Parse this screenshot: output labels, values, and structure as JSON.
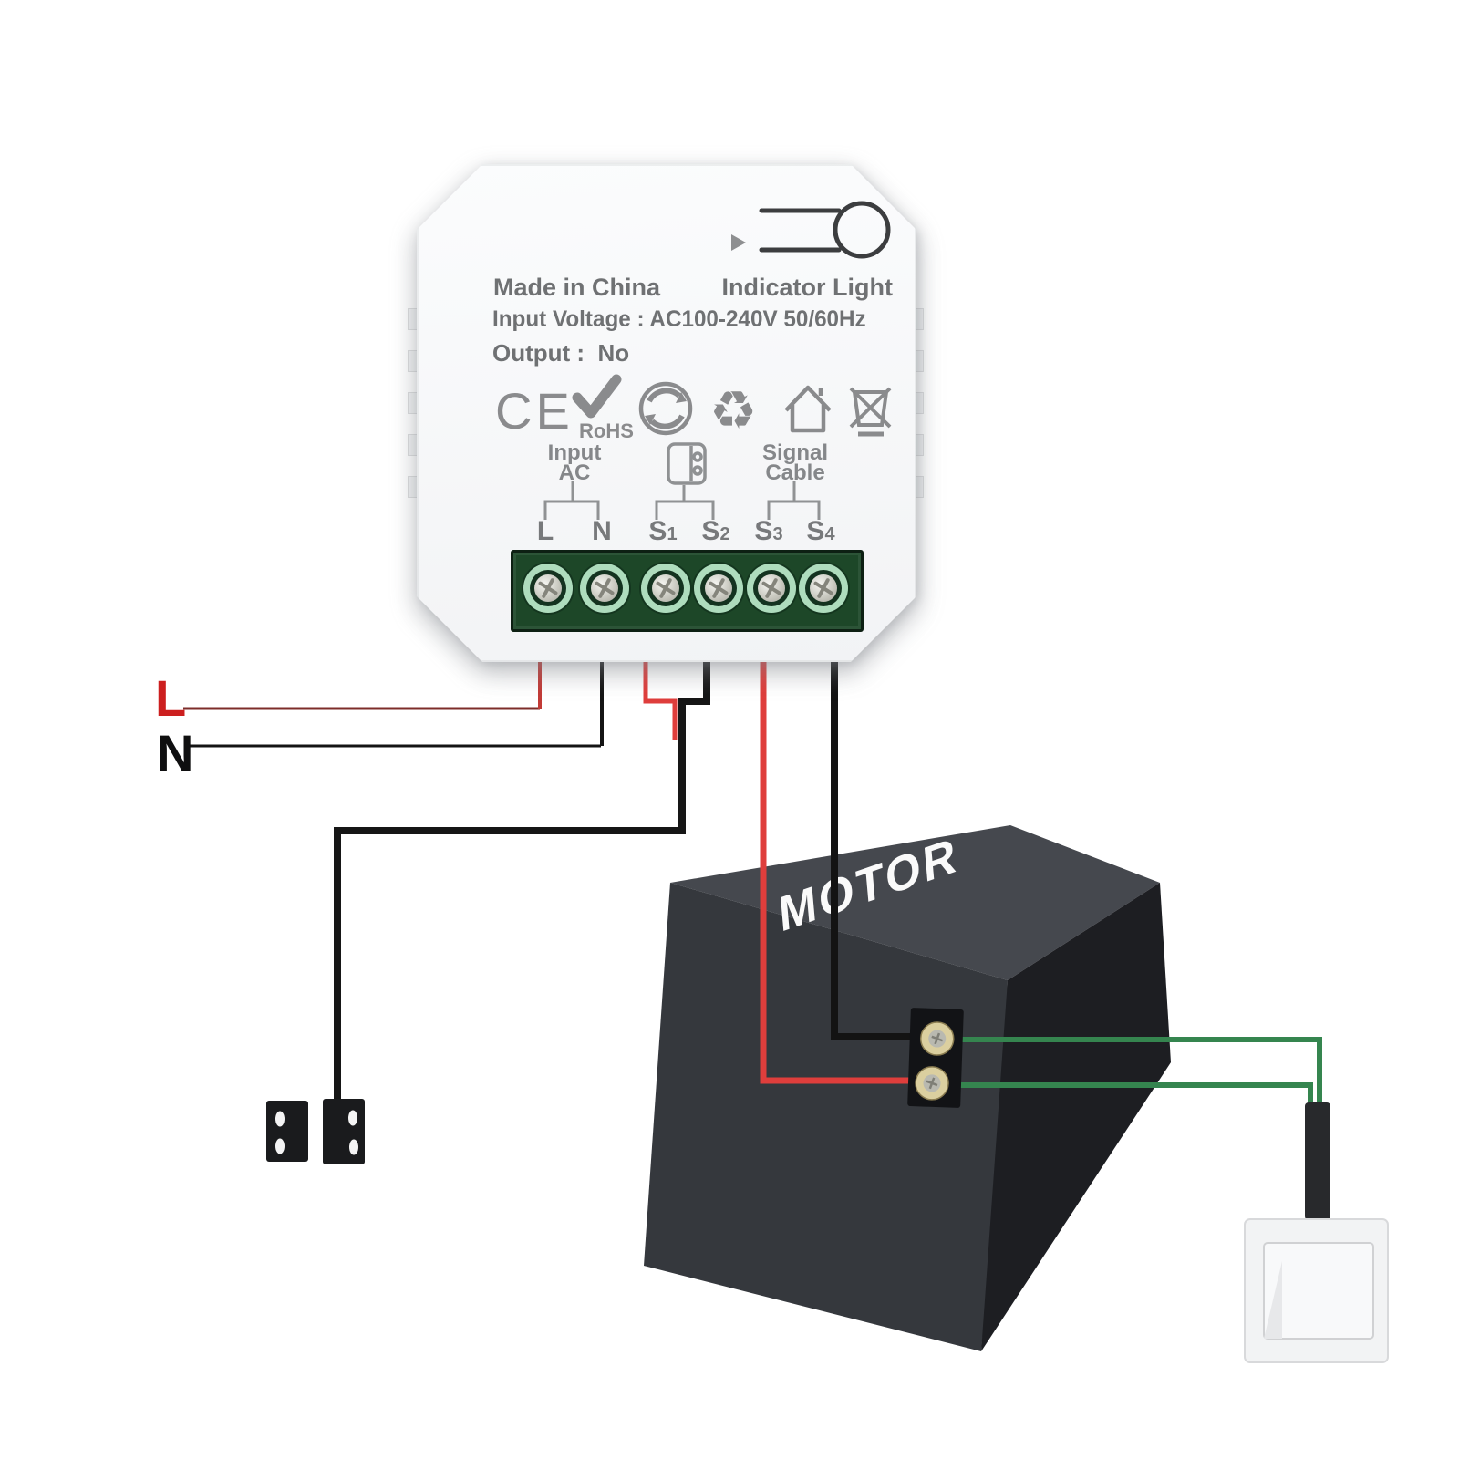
{
  "device": {
    "made_in_china": "Made in China",
    "indicator_light": "Indicator Light",
    "spec_line1": "Input Voltage : AC100-240V 50/60Hz",
    "spec_line2": "Output :  No",
    "ce_mark": "CE",
    "rohs": "RoHS",
    "group_input_line1": "Input",
    "group_input_line2": "AC",
    "group_signal_line1": "Signal",
    "group_signal_line2": "Cable",
    "terminals": [
      {
        "main": "L",
        "sub": ""
      },
      {
        "main": "N",
        "sub": ""
      },
      {
        "main": "S",
        "sub": "1"
      },
      {
        "main": "S",
        "sub": "2"
      },
      {
        "main": "S",
        "sub": "3"
      },
      {
        "main": "S",
        "sub": "4"
      }
    ],
    "icons": [
      "indicator-light-icon",
      "ce-mark-icon",
      "rohs-check-icon",
      "green-dot-icon",
      "recycle-icon",
      "house-icon",
      "crossed-bin-icon",
      "door-sensor-icon"
    ],
    "colors": {
      "body": "#f7f8f9",
      "text": "#6f7173",
      "terminal_block": "#1d4728",
      "terminal_ring": "#aedcbd"
    }
  },
  "wiring": {
    "live_label": "L",
    "neutral_label": "N",
    "colors": {
      "live_wire": "#c23a36",
      "neutral_wire": "#141414",
      "signal_red": "#df3e3c",
      "signal_black": "#161616",
      "motor_green": "#35854f"
    }
  },
  "motor": {
    "label": "MOTOR",
    "colors": {
      "top": "#45484e",
      "front": "#35383d",
      "side": "#1d1e22",
      "screw_ring": "#dbcf9f"
    }
  },
  "door_sensor": {
    "parts": "two magnetic contact blocks"
  },
  "wall_switch": {
    "type": "single rocker push button"
  }
}
